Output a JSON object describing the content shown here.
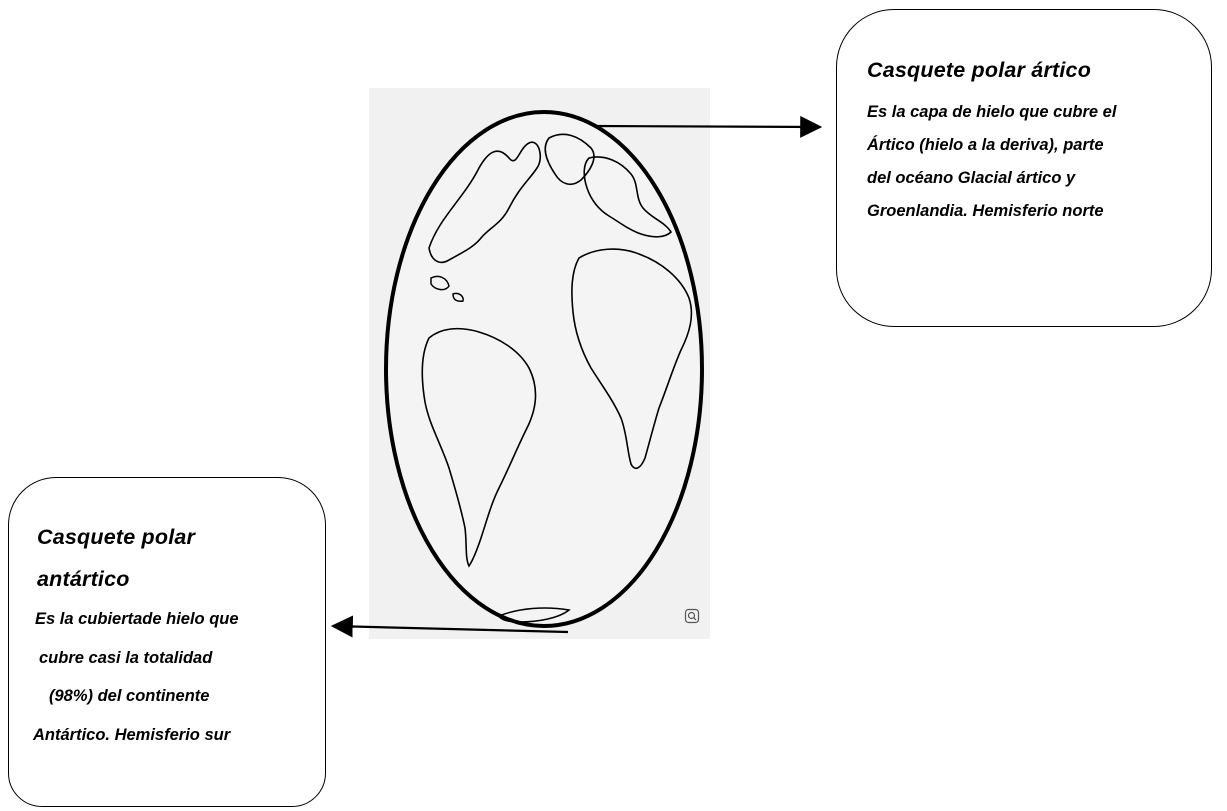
{
  "arctic": {
    "title": "Casquete polar ártico",
    "lines": [
      "Es la capa de hielo que cubre el",
      "Ártico (hielo a la deriva), parte",
      "del océano Glacial ártico y",
      "Groenlandia. Hemisferio norte"
    ]
  },
  "antarctic": {
    "title_lines": [
      "Casquete polar",
      "antártico"
    ],
    "lines": [
      "Es la cubiertade hielo que",
      "cubre  casi la totalidad",
      "(98%) del continente",
      "Antártico. Hemisferio  sur"
    ]
  },
  "globe": {
    "icon": "globe-outline-map-icon",
    "zoom_icon": "zoom-lens-icon"
  }
}
